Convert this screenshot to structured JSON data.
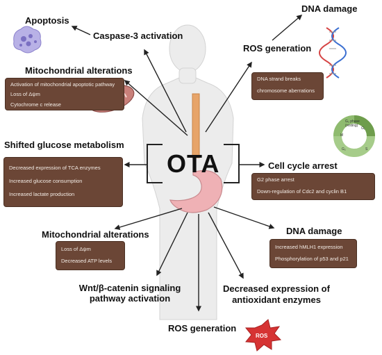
{
  "center": {
    "label": "OTA"
  },
  "labels": {
    "apoptosis": "Apoptosis",
    "caspase": "Caspase-3 activation",
    "dna_damage_top": "DNA damage",
    "ros_top": "ROS generation",
    "mito_top": "Mitochondrial alterations",
    "glucose": "Shifted glucose metabolism",
    "cell_cycle": "Cell cycle arrest",
    "mito_bottom": "Mitochondrial alterations",
    "dna_damage_bottom": "DNA damage",
    "wnt_line1": "Wnt/β-catenin signaling",
    "wnt_line2": "pathway activation",
    "antiox_line1": "Decreased expression of",
    "antiox_line2": "antioxidant enzymes",
    "ros_bottom": "ROS generation"
  },
  "boxes": {
    "mito_top": [
      "Activation of mitochondrial apoptotic pathway",
      "Loss of Δψm",
      "Cytochrome c release"
    ],
    "dna_top": [
      "DNA strand breaks",
      "chromosome aberrations"
    ],
    "glucose": [
      "Decreased expression of TCA enzymes",
      "Increased glucose consumption",
      "Increased lactate production"
    ],
    "cell_cycle": [
      "G2 phase arrest",
      "Down-regulation of Cdc2 and cyclin B1"
    ],
    "mito_bottom": [
      "Loss of Δψm",
      "Decreased ATP levels"
    ],
    "dna_bottom": [
      "Increased hMLH1 expression",
      "Phosphorylation of p53 and p21"
    ]
  },
  "icons": {
    "ros_badge": "ROS",
    "cell_cycle_phase_label": "G₂ phase",
    "cell_cycle_phase_sub": "(resting)",
    "cell_cycle_segments": [
      "G₁",
      "S",
      "G₂",
      "M"
    ]
  },
  "colors": {
    "box_fill": "#6b4636",
    "box_text": "#f3ece6",
    "esophagus": "#e7a469",
    "stomach": "#efb1b5",
    "ros_burst": "#d63333",
    "mitochondrion": "#c9807a",
    "apoptosis_cell": "#9c93d6",
    "cycle_green": "#7fae5b"
  }
}
